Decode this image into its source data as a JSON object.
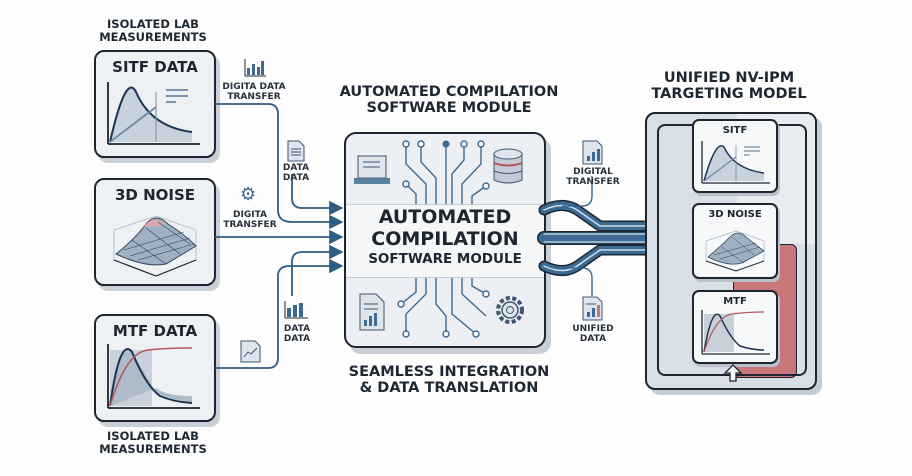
{
  "left": {
    "top_label": "ISOLATED LAB\nMEASUREMENTS",
    "bottom_label": "ISOLATED LAB\nMEASUREMENTS",
    "cards": [
      {
        "title": "SITF DATA",
        "icon": "sitf-curve-chart"
      },
      {
        "title": "3D NOISE",
        "icon": "3d-surface-plot"
      },
      {
        "title": "MTF DATA",
        "icon": "mtf-curve-chart"
      }
    ]
  },
  "connectors": {
    "sitf_transfer": {
      "label": "DIGITA DATA\nTRANSFER",
      "icon": "bar-chart-icon"
    },
    "data_doc_top": {
      "label": "DATA\nDATA",
      "icon": "document-icon"
    },
    "noise_transfer": {
      "label": "DIGITA\nTRANSFER",
      "icon": "gear-icon"
    },
    "data_chart_bottom": {
      "label": "DATA\nDATA",
      "icon": "bar-chart-icon"
    },
    "mtf_icon": {
      "icon": "line-chart-file-icon"
    }
  },
  "center": {
    "heading": "AUTOMATED COMPILATION\nSOFTWARE MODULE",
    "module_line1": "AUTOMATED",
    "module_line2": "COMPILATION",
    "module_line3": "SOFTWARE MODULE",
    "footer": "SEAMLESS INTEGRATION\n& DATA TRANSLATION"
  },
  "output_connectors": {
    "top": {
      "label": "DIGITAL\nTRANSFER",
      "icon": "report-document-icon"
    },
    "bottom": {
      "label": "UNIFIED\nDATA",
      "icon": "report-document-icon"
    }
  },
  "right": {
    "heading": "UNIFIED NV-IPM\nTARGETING MODEL",
    "modules": [
      {
        "title": "SITF"
      },
      {
        "title": "3D NOISE"
      },
      {
        "title": "MTF"
      }
    ]
  },
  "colors": {
    "primary_blue": "#3d6a92",
    "dark_outline": "#1c2530",
    "accent_red": "#c9777a",
    "panel_gray": "#dfe4ea"
  }
}
